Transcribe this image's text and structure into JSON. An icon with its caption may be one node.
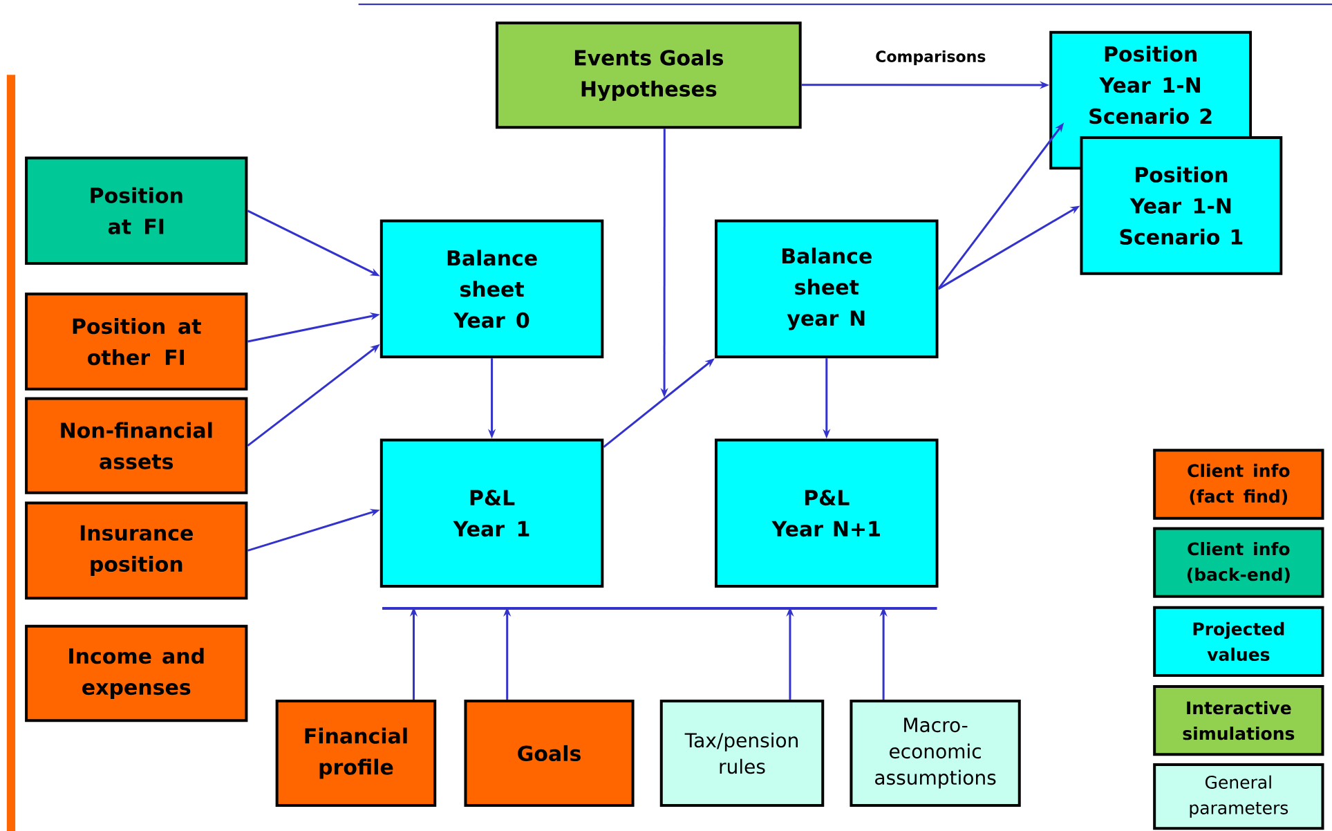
{
  "diagram": {
    "nodes": [
      {
        "text": [
          "Events Goals Hypotheses"
        ]
      },
      {
        "text": [
          "Position Year 1-N Scenario 2"
        ]
      },
      {
        "text": [
          "Position Year 1-N Scenario 1"
        ]
      },
      {
        "text": [
          "Position at FI"
        ]
      },
      {
        "text": [
          "Position at other FI"
        ]
      },
      {
        "text": [
          "Non-financial assets"
        ]
      },
      {
        "text": [
          "Insurance position"
        ]
      },
      {
        "text": [
          "Income and expenses"
        ]
      },
      {
        "text": [
          "Balance sheet Year 0"
        ]
      },
      {
        "text": [
          "Balance sheet year N"
        ]
      },
      {
        "text": [
          "P&L Year 1"
        ]
      },
      {
        "text": [
          "P&L Year N+1"
        ]
      },
      {
        "text": [
          "Financial profile"
        ]
      },
      {
        "text": [
          "Goals"
        ]
      },
      {
        "text": [
          "Tax/pension rules"
        ]
      },
      {
        "text": [
          "Macro-economic assumptions"
        ]
      },
      {
        "text": [],
        "shape": "bar"
      }
    ],
    "edges": [
      {
        "from": 0,
        "to": 1,
        "arrow": "to",
        "label": "Comparisons"
      },
      {
        "from": 3,
        "to": 8,
        "arrow": "to"
      },
      {
        "from": 4,
        "to": 8,
        "arrow": "to"
      },
      {
        "from": 5,
        "to": 8,
        "arrow": "to"
      },
      {
        "from": 6,
        "to": 10,
        "arrow": "to"
      },
      {
        "from": 8,
        "to": 10,
        "arrow": "to"
      },
      {
        "from": 10,
        "to": 9,
        "arrow": "to"
      },
      {
        "from": 0,
        "to": null,
        "arrow": "to"
      },
      {
        "from": 9,
        "to": 11,
        "arrow": "to"
      },
      {
        "from": 9,
        "to": 1,
        "arrow": "to"
      },
      {
        "from": 9,
        "to": 2,
        "arrow": "to"
      },
      {
        "from": 12,
        "to": 16,
        "arrow": "to"
      },
      {
        "from": 13,
        "to": 16,
        "arrow": "to"
      },
      {
        "from": 14,
        "to": 16,
        "arrow": "to"
      },
      {
        "from": 15,
        "to": 16,
        "arrow": "to"
      }
    ],
    "legend": [
      {
        "text": "Client info (fact find)",
        "color": "#ff6600"
      },
      {
        "text": "Client info (back-end)",
        "color": "#00c896"
      },
      {
        "text": "Projected values",
        "color": "#00ffff"
      },
      {
        "text": "Interactive simulations",
        "color": "#92d050"
      },
      {
        "text": "General parameters",
        "color": "#c6fff0"
      }
    ]
  }
}
